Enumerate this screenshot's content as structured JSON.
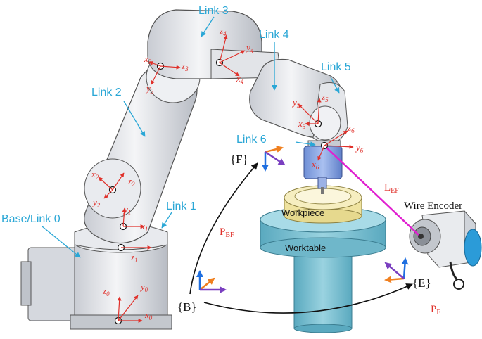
{
  "links": {
    "link3": "Link 3",
    "link4": "Link 4",
    "link5": "Link 5",
    "link2": "Link 2",
    "link6": "Link 6",
    "link1": "Link 1",
    "link0": "Base/Link 0"
  },
  "axes": {
    "z4": "z",
    "z4s": "4",
    "y4": "y",
    "y4s": "4",
    "x4": "x",
    "x4s": "4",
    "x3": "x",
    "x3s": "3",
    "z3": "z",
    "z3s": "3",
    "y3": "y",
    "y3s": "3",
    "z5": "z",
    "z5s": "5",
    "y5": "y",
    "y5s": "5",
    "x5": "x",
    "x5s": "5",
    "z6": "z",
    "z6s": "6",
    "y6": "y",
    "y6s": "6",
    "x6": "x",
    "x6s": "6",
    "x2": "x",
    "x2s": "2",
    "z2": "z",
    "z2s": "2",
    "y2": "y",
    "y2s": "2",
    "y1": "y",
    "y1s": "1",
    "x1": "x",
    "x1s": "1",
    "z1": "z",
    "z1s": "1",
    "z0": "z",
    "z0s": "0",
    "y0": "y",
    "y0s": "0",
    "x0": "x",
    "x0s": "0"
  },
  "frames": {
    "F": "{F}",
    "B": "{B}",
    "E": "{E}"
  },
  "vectors": {
    "pbf": "P",
    "pbf_sub": "BF",
    "lef": "L",
    "lef_sub": "EF",
    "pe": "P",
    "pe_sub": "E"
  },
  "objects": {
    "workpiece": "Workpiece",
    "worktable": "Worktable",
    "wire_encoder": "Wire Encoder"
  },
  "colors": {
    "label_cyan": "#2aa7d6",
    "axis_red": "#e0302a",
    "wire_magenta": "#e020d0",
    "frame_orange": "#f08020",
    "frame_blue": "#1f6fe0",
    "frame_purple": "#7a3fc0",
    "table_teal": "#7fc6d6",
    "workpiece_yellow": "#f2e8a8"
  }
}
